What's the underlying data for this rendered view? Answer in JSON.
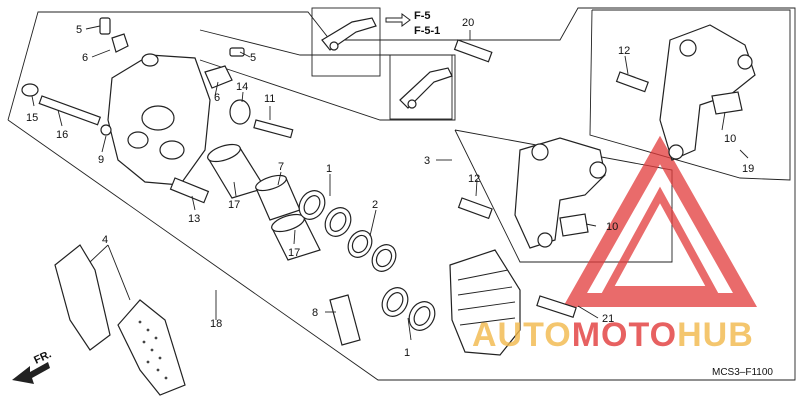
{
  "callouts": {
    "c1a": "1",
    "c1b": "1",
    "c2": "2",
    "c3": "3",
    "c4": "4",
    "c5a": "5",
    "c5b": "5",
    "c6a": "6",
    "c6b": "6",
    "c7": "7",
    "c8": "8",
    "c9": "9",
    "c10a": "10",
    "c10b": "10",
    "c11": "11",
    "c12a": "12",
    "c12b": "12",
    "c13": "13",
    "c14": "14",
    "c15": "15",
    "c16": "16",
    "c17a": "17",
    "c17b": "17",
    "c18": "18",
    "c19": "19",
    "c20": "20",
    "c21": "21"
  },
  "refs": {
    "ref1": "F-5",
    "ref2": "F-5-1"
  },
  "fr_label": "FR.",
  "diagram_code": "MCS3–F1100",
  "watermark": {
    "part1": "AUTO",
    "part2": "MOTO",
    "part3": "HUB",
    "color_primary": "#e23a3a",
    "color_accent": "#f2b84b"
  }
}
